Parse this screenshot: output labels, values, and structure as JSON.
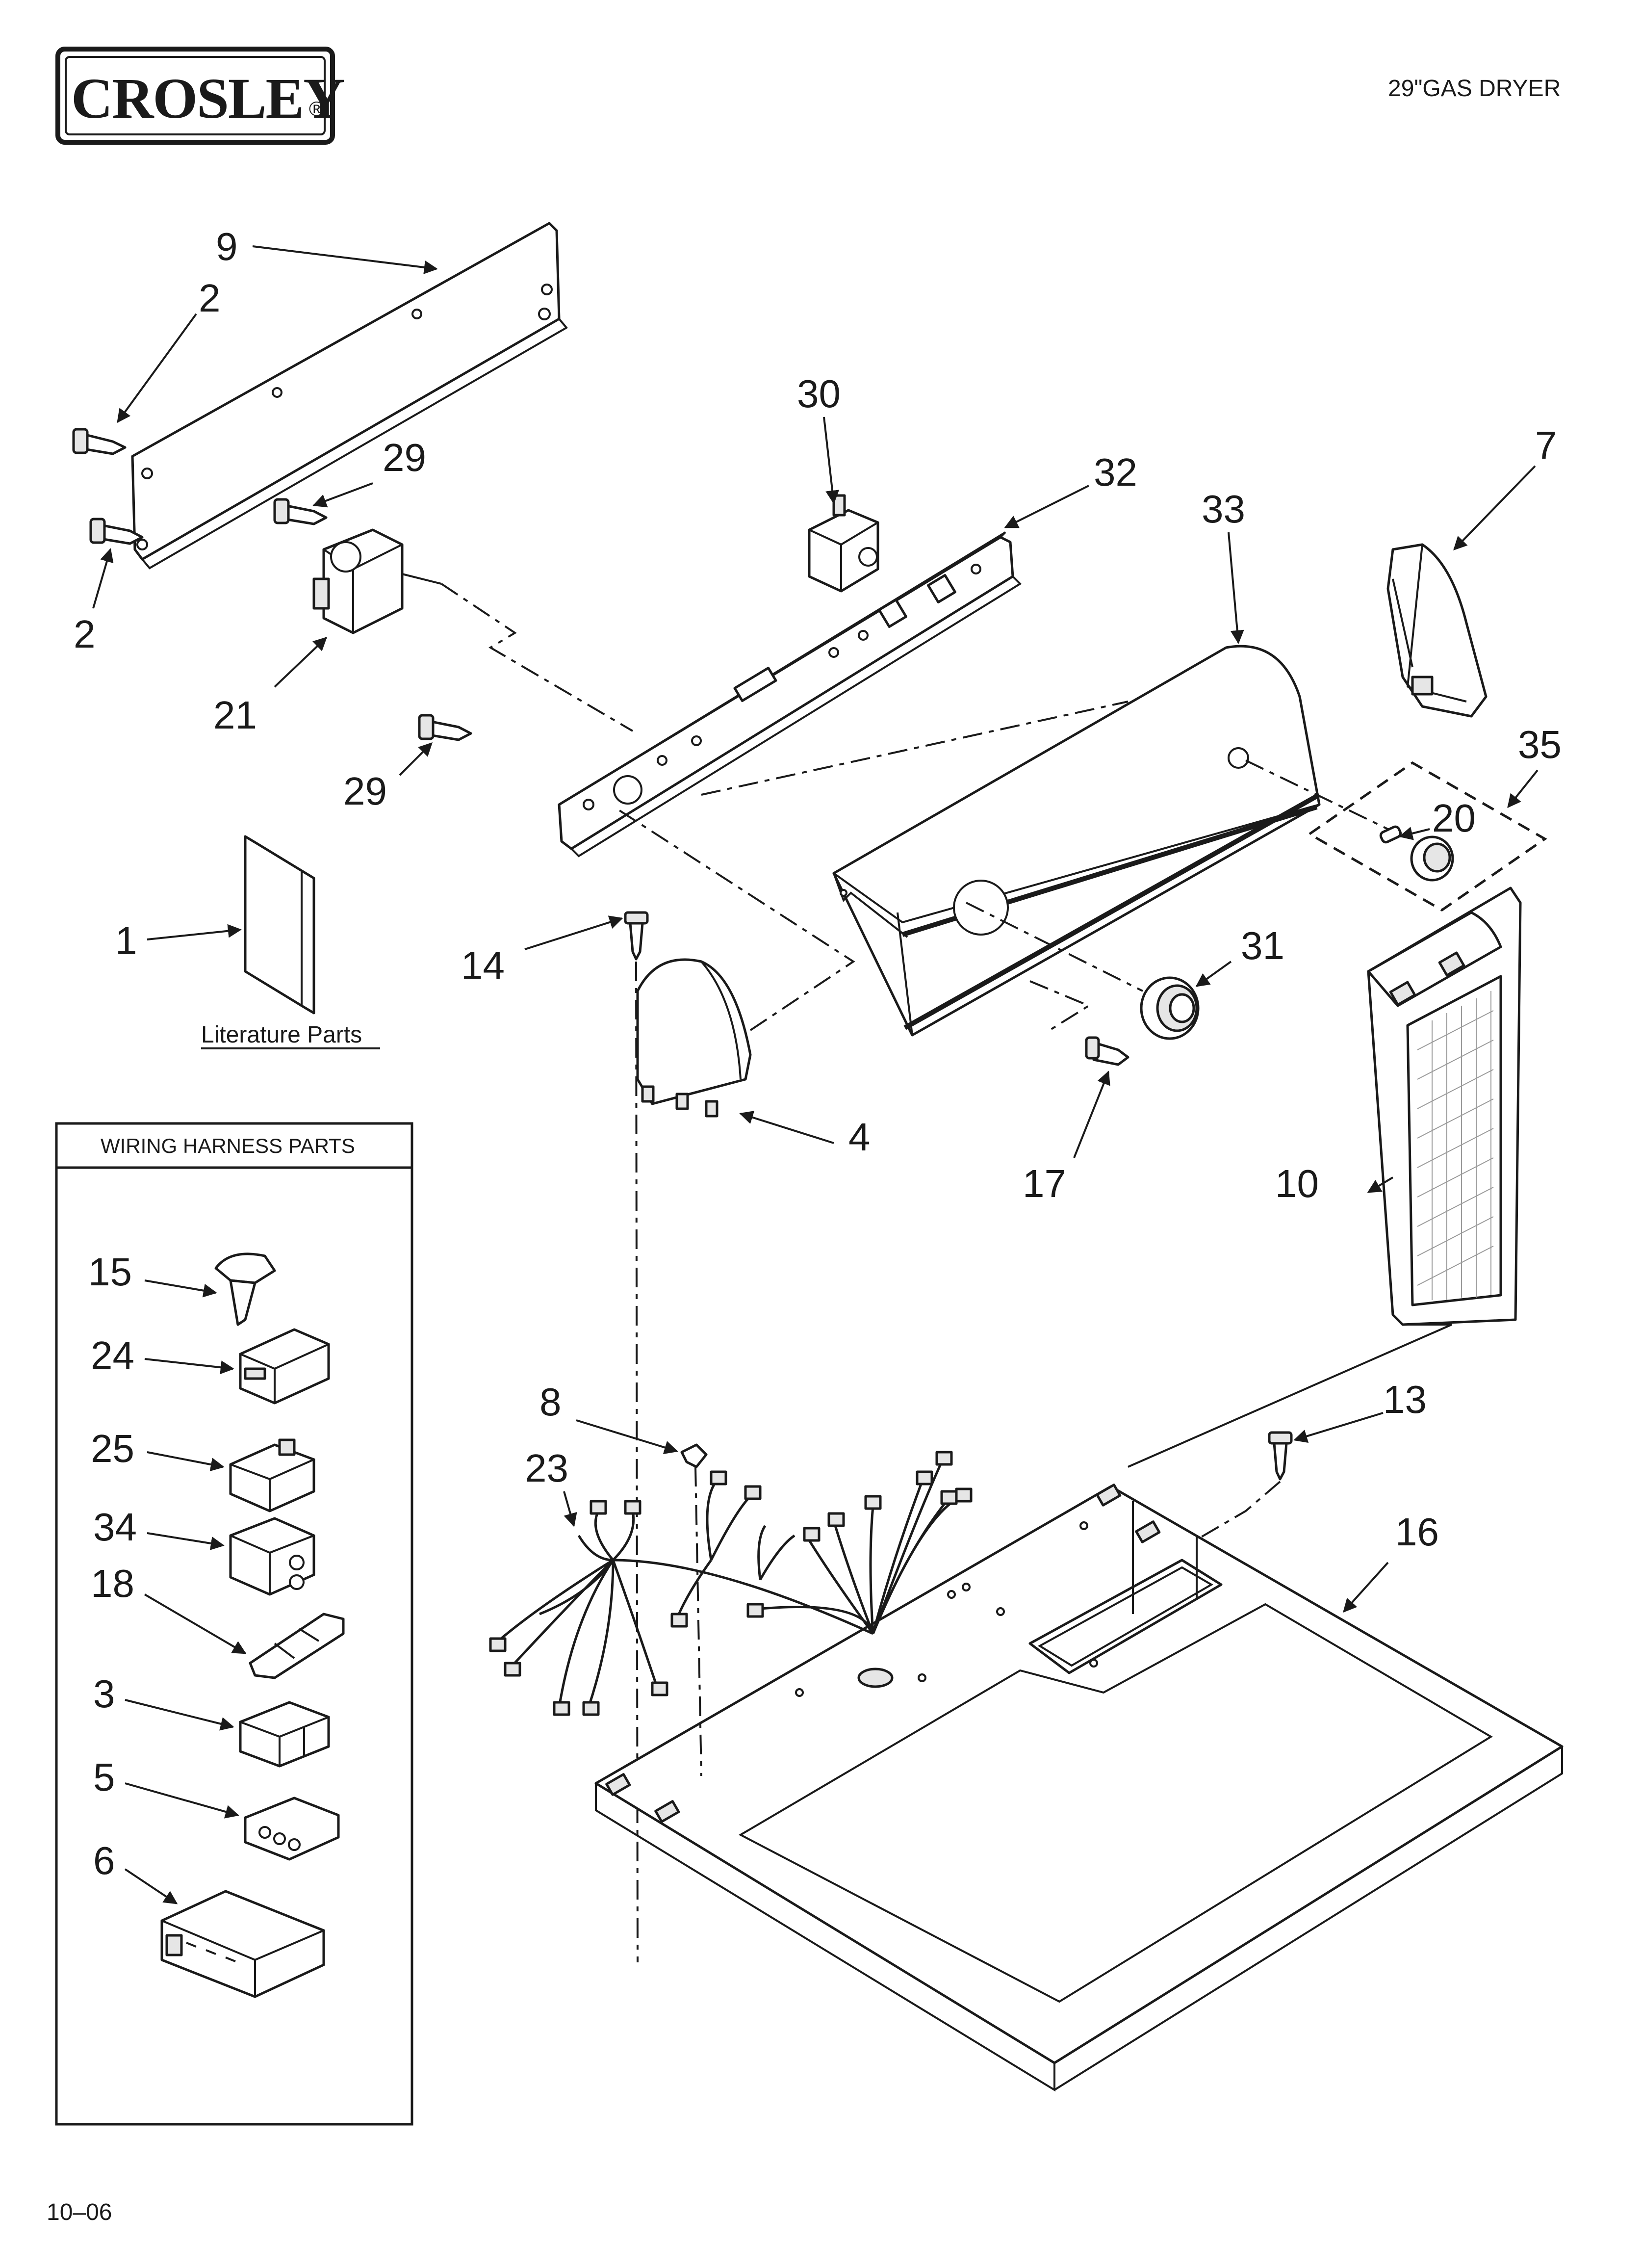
{
  "header": {
    "brand": "CROSLEY",
    "registered_mark": "®",
    "model_title": "29\"GAS DRYER"
  },
  "literature": {
    "caption": "Literature Parts"
  },
  "wiring_box": {
    "title": "WIRING HARNESS PARTS"
  },
  "callouts": {
    "c1": "1",
    "c2a": "2",
    "c2b": "2",
    "c3": "3",
    "c4": "4",
    "c5": "5",
    "c6": "6",
    "c7": "7",
    "c8": "8",
    "c9": "9",
    "c10": "10",
    "c13": "13",
    "c14": "14",
    "c15": "15",
    "c16": "16",
    "c17": "17",
    "c18": "18",
    "c20": "20",
    "c21": "21",
    "c23": "23",
    "c24": "24",
    "c25": "25",
    "c29a": "29",
    "c29b": "29",
    "c30": "30",
    "c31": "31",
    "c32": "32",
    "c33": "33",
    "c34": "34",
    "c35": "35"
  },
  "footer": {
    "date_code": "10–06"
  }
}
